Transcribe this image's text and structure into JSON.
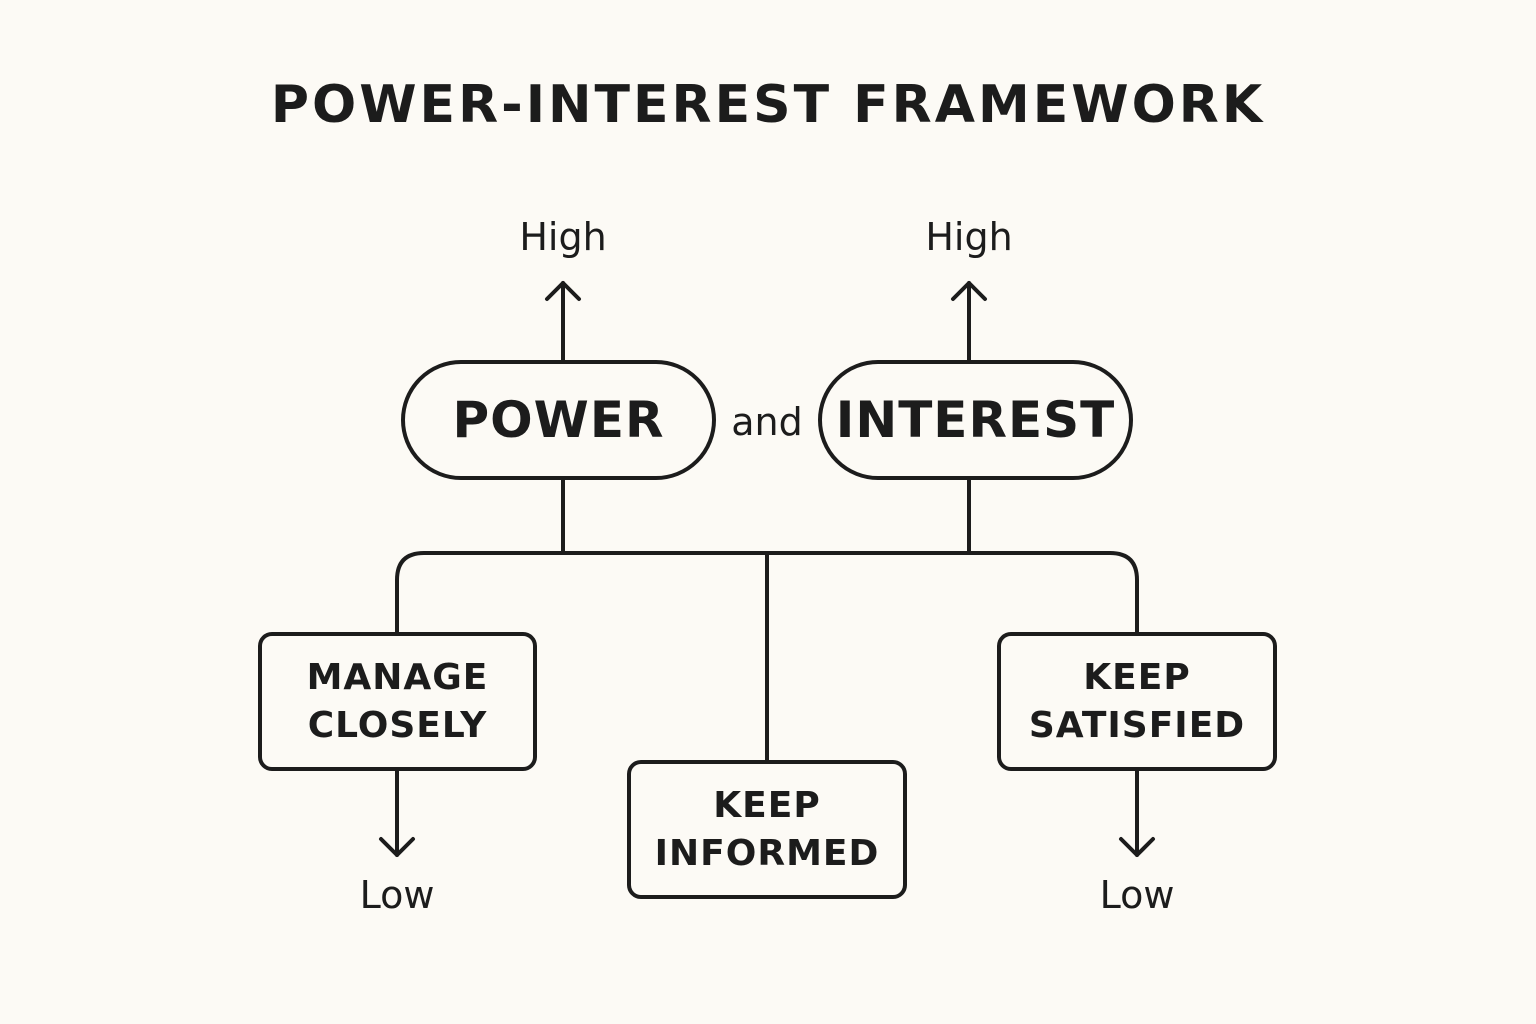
{
  "title": "POWER-INTEREST FRAMEWORK",
  "nodes": {
    "power": "POWER",
    "interest": "INTEREST",
    "manage_closely": [
      "MANAGE",
      "CLOSELY"
    ],
    "keep_informed": [
      "KEEP",
      "INFORMED"
    ],
    "keep_satisfied": [
      "KEEP",
      "SATISFIED"
    ]
  },
  "connector_word": "and",
  "labels": {
    "power_high": "High",
    "interest_high": "High",
    "manage_closely_low": "Low",
    "keep_satisfied_low": "Low"
  }
}
